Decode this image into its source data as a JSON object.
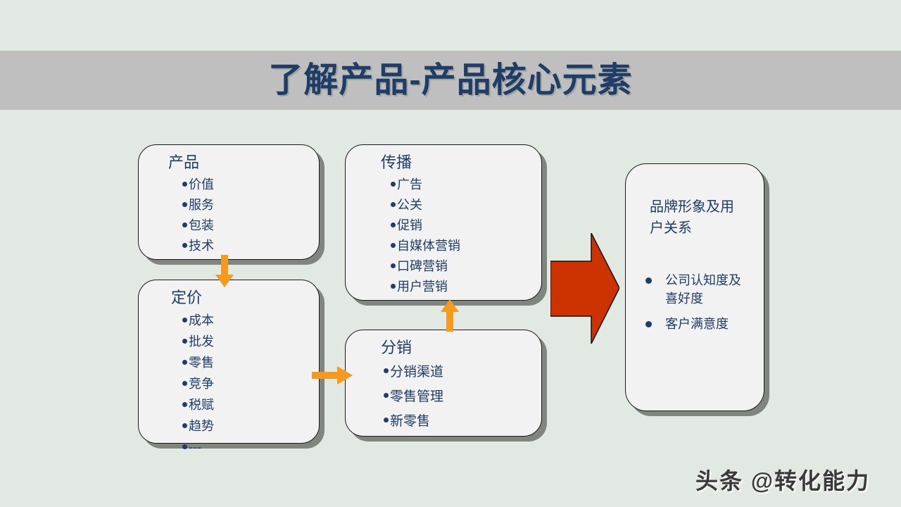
{
  "slide": {
    "title": "了解产品-产品核心元素",
    "background_color": "#e2e8e2",
    "title_band_color": "#bfbfbf",
    "title_color": "#1f3d66",
    "accent_arrow_color": "#f59a1e",
    "big_arrow_color": "#cc3300"
  },
  "boxes": {
    "product": {
      "title": "产品",
      "items": [
        "价值",
        "服务",
        "包装",
        "技术"
      ]
    },
    "pricing": {
      "title": "定价",
      "items": [
        "成本",
        "批发",
        "零售",
        "竞争",
        "税赋",
        "趋势",
        "---"
      ]
    },
    "communication": {
      "title": "传播",
      "items": [
        "广告",
        "公关",
        "促销",
        "自媒体营销",
        "口碑营销",
        "用户营销"
      ]
    },
    "distribution": {
      "title": "分销",
      "items": [
        "分销渠道",
        "零售管理",
        "新零售"
      ]
    },
    "result": {
      "title": "品牌形象及用户关系",
      "items": [
        "公司认知度及喜好度",
        "客户满意度"
      ]
    }
  },
  "arrows": {
    "product_to_pricing": "arrow-down-icon",
    "pricing_to_distribution": "arrow-right-icon",
    "distribution_to_communication": "arrow-up-icon",
    "flow_to_result": "big-arrow-right-icon"
  },
  "watermark": {
    "text": "头条 @转化能力"
  }
}
